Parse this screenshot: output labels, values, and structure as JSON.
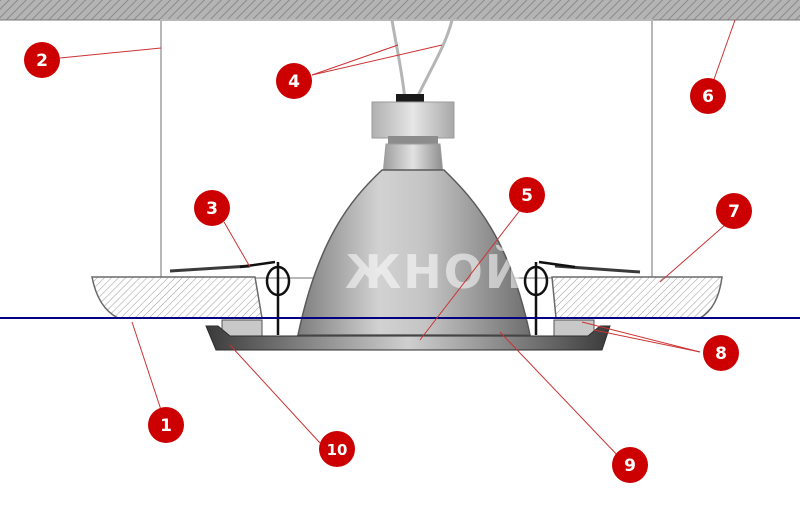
{
  "diagram": {
    "watermark": "ЖНОЙ",
    "colors": {
      "callout": "#cc0000",
      "leader": "#cc3333",
      "ceiling_line": "#000080",
      "ceiling_slab": "#9a9a9a",
      "hatch": "#8a8a8a"
    },
    "callouts": [
      {
        "id": "1",
        "label": "1"
      },
      {
        "id": "2",
        "label": "2"
      },
      {
        "id": "3",
        "label": "3"
      },
      {
        "id": "4",
        "label": "4"
      },
      {
        "id": "5",
        "label": "5"
      },
      {
        "id": "6",
        "label": "6"
      },
      {
        "id": "7",
        "label": "7"
      },
      {
        "id": "8",
        "label": "8"
      },
      {
        "id": "9",
        "label": "9"
      },
      {
        "id": "10",
        "label": "10"
      }
    ]
  }
}
